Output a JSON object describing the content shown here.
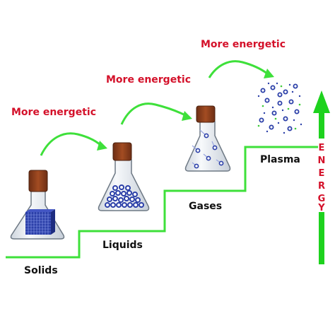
{
  "colors": {
    "arrow": "#3ee03a",
    "steps": "#3ee03a",
    "energy_text": "#d4112a",
    "label_text": "#111111",
    "particle": "#2b3fa8",
    "flask_glass": "#eef2f6",
    "stopper": "#8a3e1f"
  },
  "states": [
    {
      "label": "Solids"
    },
    {
      "label": "Liquids"
    },
    {
      "label": "Gases"
    },
    {
      "label": "Plasma"
    }
  ],
  "transitions": [
    {
      "label": "More energetic"
    },
    {
      "label": "More energetic"
    },
    {
      "label": "More energetic"
    }
  ],
  "energy_axis": {
    "letters": [
      "E",
      "N",
      "E",
      "R",
      "G",
      "Y"
    ]
  }
}
